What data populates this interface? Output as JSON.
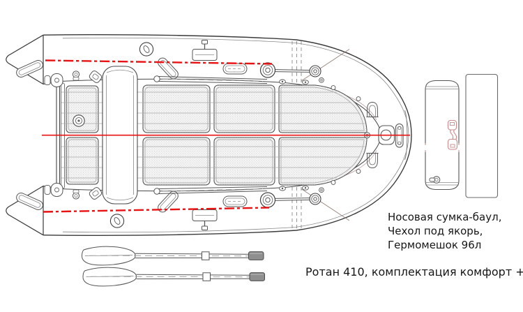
{
  "figure": {
    "type": "boat technical drawing, top view",
    "annotations": {
      "bow_kit_line1": "Носовая сумка-баул,",
      "bow_kit_line2": "Чехол под якорь,",
      "bow_kit_line3": "Гермомешок 96л",
      "caption": "Ротан 410, комплектация комфорт +"
    },
    "colors": {
      "line": "#3f3f3f",
      "axis_red": "#e81212",
      "detail_pink": "#c98b8b",
      "panel_texture": "#c9c9c9",
      "grip_gray": "#8f8f8f"
    }
  }
}
